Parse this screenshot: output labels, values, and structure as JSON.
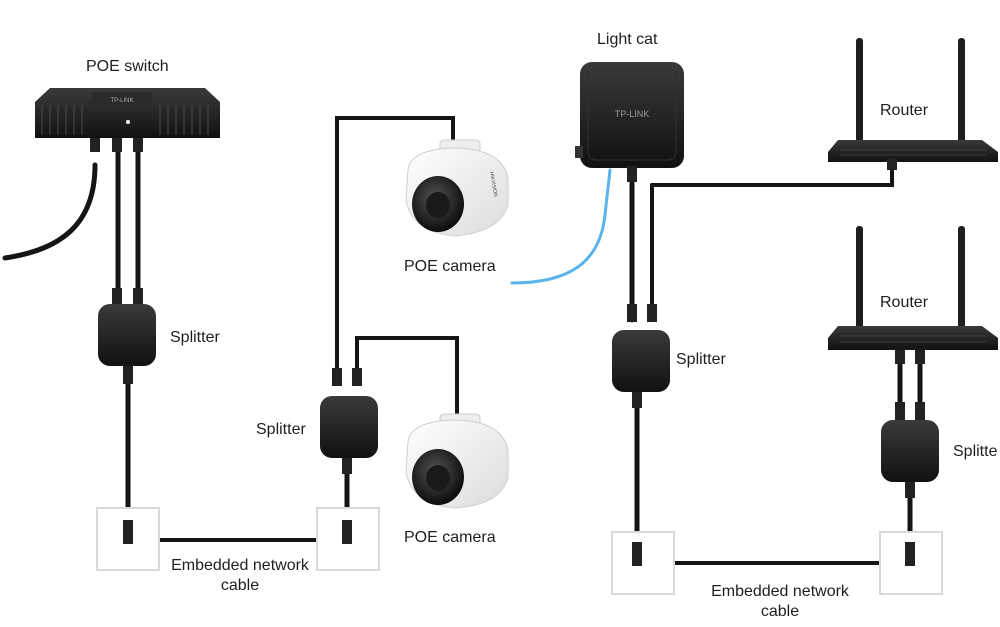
{
  "labels": {
    "poe_switch": "POE switch",
    "light_cat": "Light cat",
    "router_top": "Router",
    "router_bottom": "Router",
    "poe_camera_top": "POE camera",
    "poe_camera_bottom": "POE camera",
    "splitter_left": "Splitter",
    "splitter_mid": "Splitter",
    "splitter_right": "Splitter",
    "splitter_far_right": "Splitte",
    "embedded_cable_left": "Embedded network cable",
    "embedded_cable_right": "Embedded network cable"
  },
  "device_marks": {
    "switch_brand": "TP-LINK",
    "modem_brand": "TP-LINK",
    "camera_brand": "HIKVISION"
  },
  "colors": {
    "device": "#1c1c1c",
    "cable": "#151515",
    "fiber": "#5ab4ea",
    "wallplate_border": "#d9d9d9",
    "text": "#1e1e1e"
  }
}
